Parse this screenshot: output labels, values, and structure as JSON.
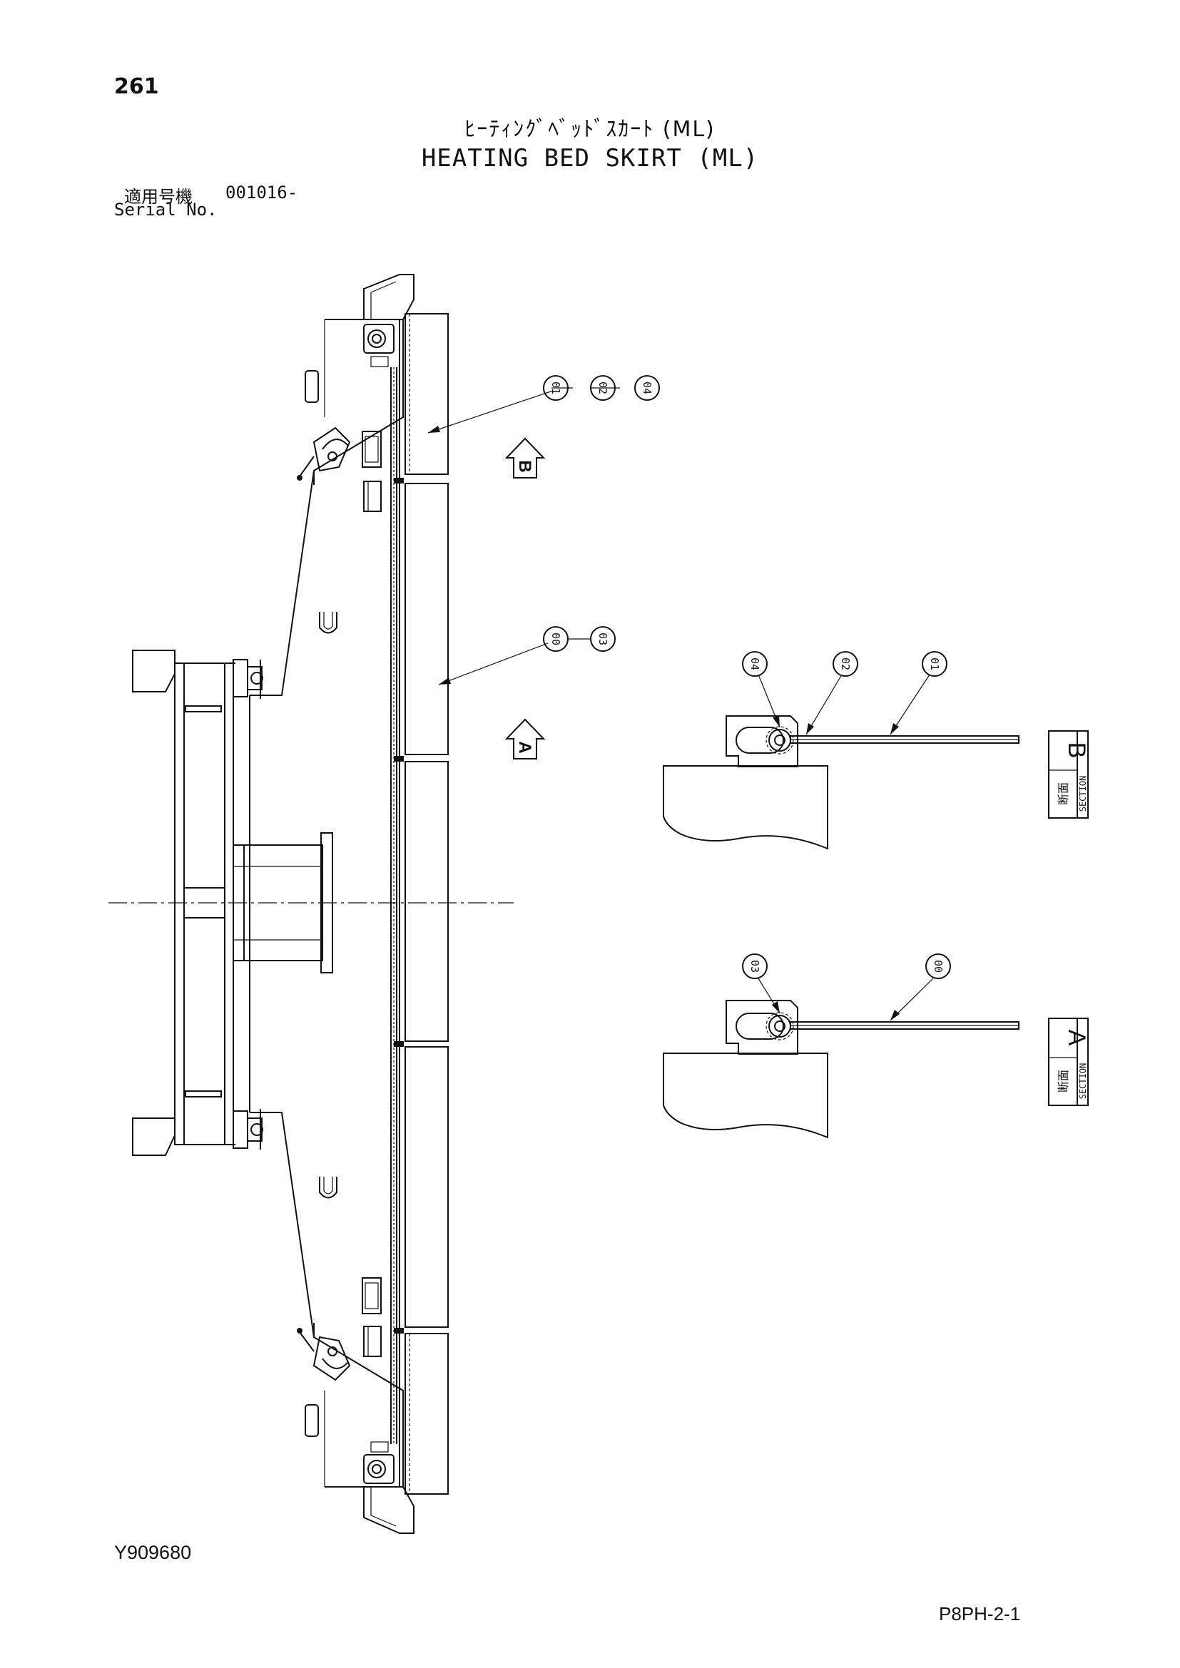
{
  "header": {
    "page_number": "261",
    "title_jp": "ﾋｰﾃｨﾝｸﾞﾍﾞｯﾄﾞｽｶｰﾄ (ML)",
    "title_en": "HEATING BED SKIRT (ML)",
    "serial_label_jp": "適用号機",
    "serial_value": "001016-",
    "serial_label_en": "Serial No."
  },
  "callouts": {
    "upper_group": [
      "01",
      "02",
      "04"
    ],
    "middle_group": [
      "00",
      "03"
    ],
    "section_b": [
      "04",
      "02",
      "01"
    ],
    "section_a": [
      "03",
      "00"
    ]
  },
  "view_markers": {
    "upper": "B",
    "lower": "A"
  },
  "sections": [
    {
      "letter": "B",
      "word": "SECTION",
      "kanji": "断面"
    },
    {
      "letter": "A",
      "word": "SECTION",
      "kanji": "断面"
    }
  ],
  "footer": {
    "doc_code": "Y909680",
    "page_ref": "P8PH-2-1"
  }
}
